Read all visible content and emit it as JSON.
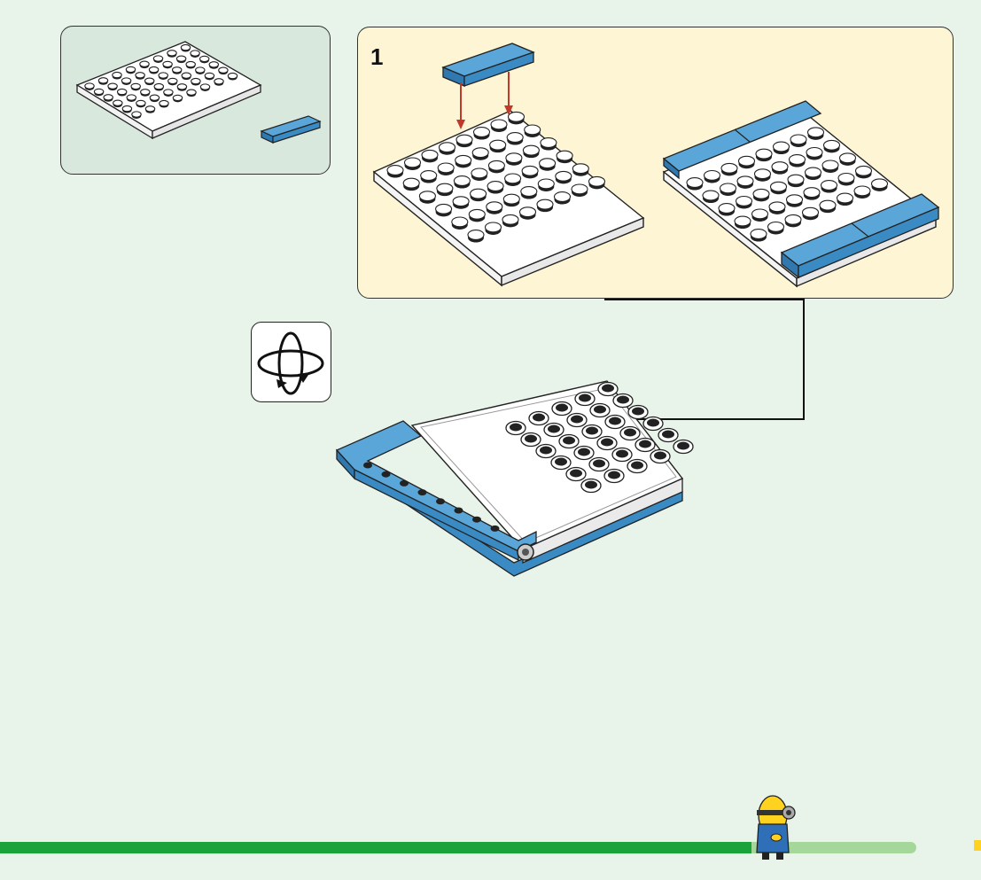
{
  "step": {
    "number": "1"
  },
  "progress": {
    "fraction": 0.82
  },
  "parts": [
    {
      "name": "white-6x8-plate"
    },
    {
      "name": "blue-1x4-tile"
    }
  ],
  "icons": {
    "rotate": "rotate-model-icon",
    "mascot": "minion-mascot-icon"
  },
  "colors": {
    "page_bg": "#e8f4ea",
    "parts_box_bg": "#d9e8dd",
    "step_box_bg": "#fdf5d4",
    "lego_blue": "#3a8bc4",
    "arrow_red": "#c0392b",
    "progress_green": "#1aa33a",
    "progress_track": "#a6d79a"
  }
}
